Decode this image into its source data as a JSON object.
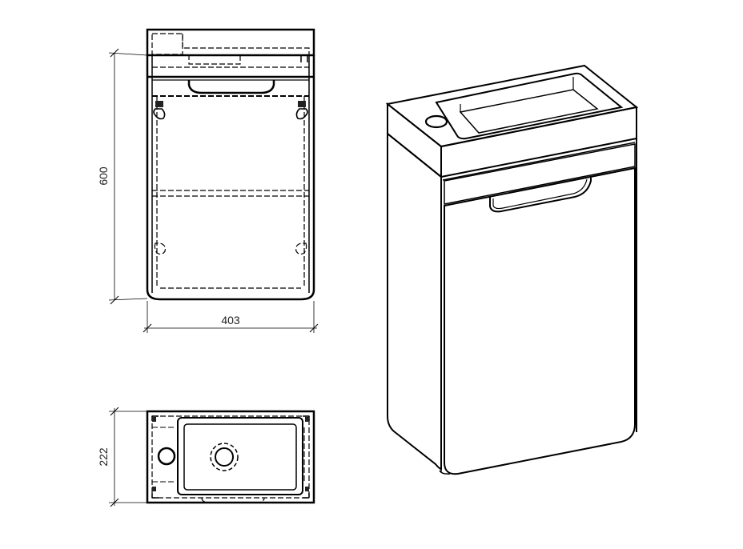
{
  "dimensions": {
    "height": "600",
    "width": "403",
    "depth": "222"
  }
}
